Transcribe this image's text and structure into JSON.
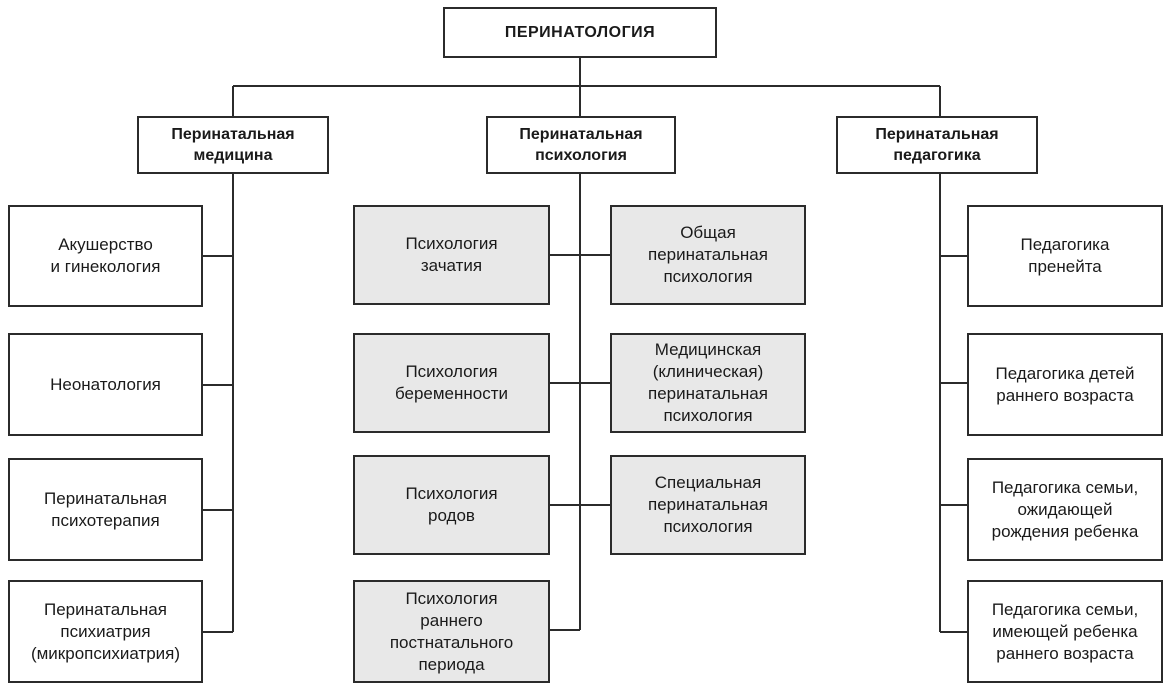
{
  "root": {
    "label": "ПЕРИНАТОЛОГИЯ"
  },
  "branches": [
    {
      "label": "Перинатальная\nмедицина",
      "items": [
        "Акушерство\nи гинекология",
        "Неонатология",
        "Перинатальная\nпсихотерапия",
        "Перинатальная\nпсихиатрия\n(микропсихиатрия)"
      ]
    },
    {
      "label": "Перинатальная\nпсихология",
      "left_items": [
        "Психология\nзачатия",
        "Психология\nбеременности",
        "Психология\nродов",
        "Психология\nраннего\nпостнатального\nпериода"
      ],
      "right_items": [
        "Общая\nперинатальная\nпсихология",
        "Медицинская\n(клиническая)\nперинатальная\nпсихология",
        "Специальная\nперинатальная\nпсихология"
      ]
    },
    {
      "label": "Перинатальная\nпедагогика",
      "items": [
        "Педагогика\nпренейта",
        "Педагогика детей\nраннего возраста",
        "Педагогика семьи,\nожидающей\nрождения ребенка",
        "Педагогика семьи,\nимеющей ребенка\nраннего возраста"
      ]
    }
  ],
  "colors": {
    "line": "#2b2b2b",
    "grey_fill": "#e8e8e8",
    "white_fill": "#ffffff"
  }
}
